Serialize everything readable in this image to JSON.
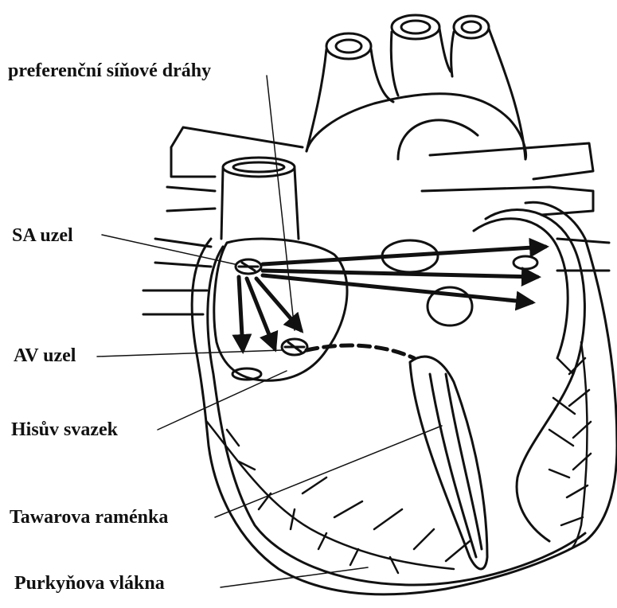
{
  "labels": {
    "atrial_pathways": "preferenční síňové dráhy",
    "sa_node": "SA uzel",
    "av_node": "AV uzel",
    "bundle_of_his": "Hisův svazek",
    "bundle_branches": "Tawarova raménka",
    "purkinje_fibers": "Purkyňova vlákna"
  },
  "colors": {
    "ink": "#111111",
    "background": "#ffffff"
  }
}
